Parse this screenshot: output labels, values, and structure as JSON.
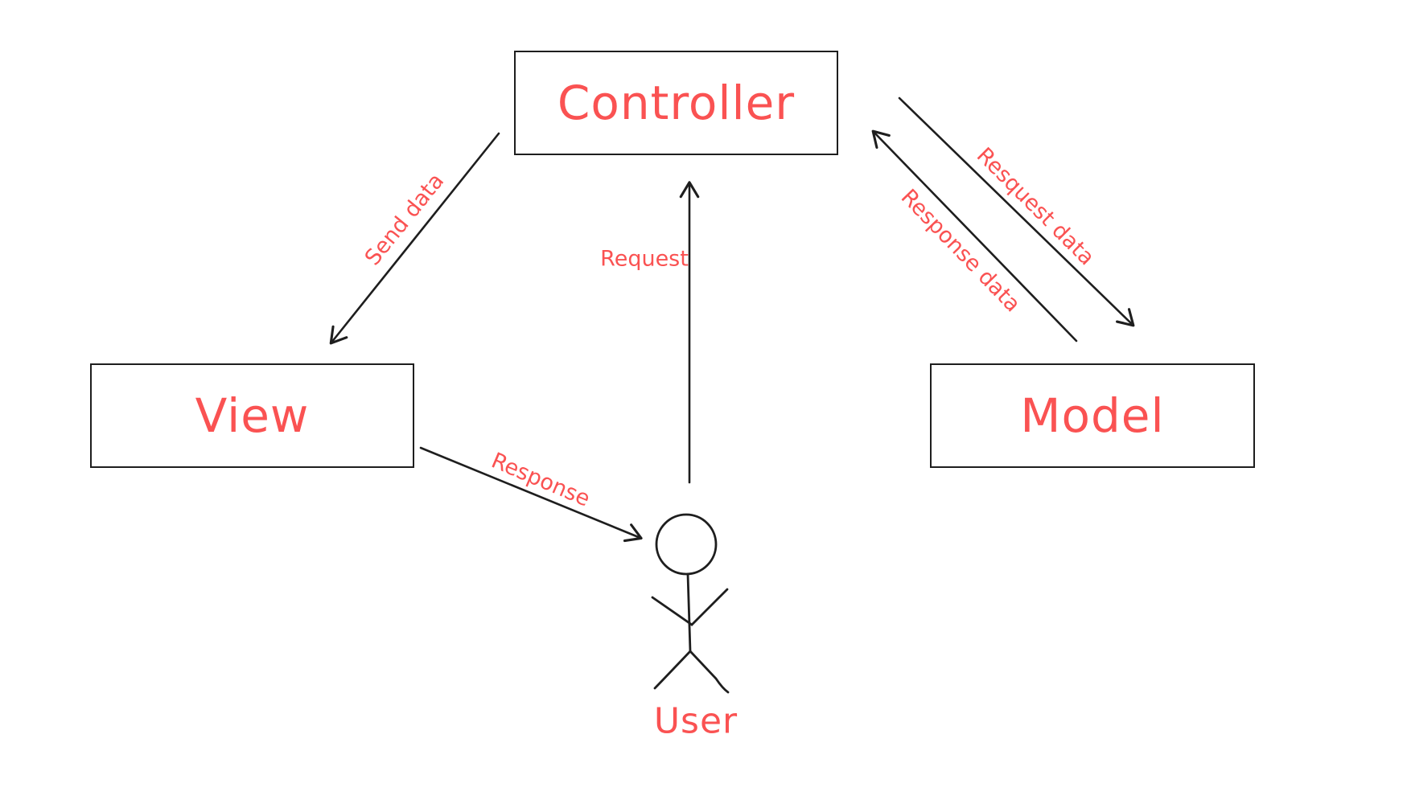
{
  "diagram": {
    "type": "mvc-architecture",
    "nodes": {
      "controller": {
        "label": "Controller"
      },
      "view": {
        "label": "View"
      },
      "model": {
        "label": "Model"
      },
      "user": {
        "label": "User"
      }
    },
    "edges": {
      "send_data": {
        "label": "Send data",
        "from": "controller",
        "to": "view"
      },
      "request": {
        "label": "Request",
        "from": "user",
        "to": "controller"
      },
      "request_data": {
        "label": "Resquest data",
        "from": "controller",
        "to": "model"
      },
      "response_data": {
        "label": "Response data",
        "from": "model",
        "to": "controller"
      },
      "response": {
        "label": "Response",
        "from": "view",
        "to": "user"
      }
    },
    "colors": {
      "accent": "#fa5252",
      "stroke": "#1e1e1e",
      "background": "#ffffff"
    }
  }
}
